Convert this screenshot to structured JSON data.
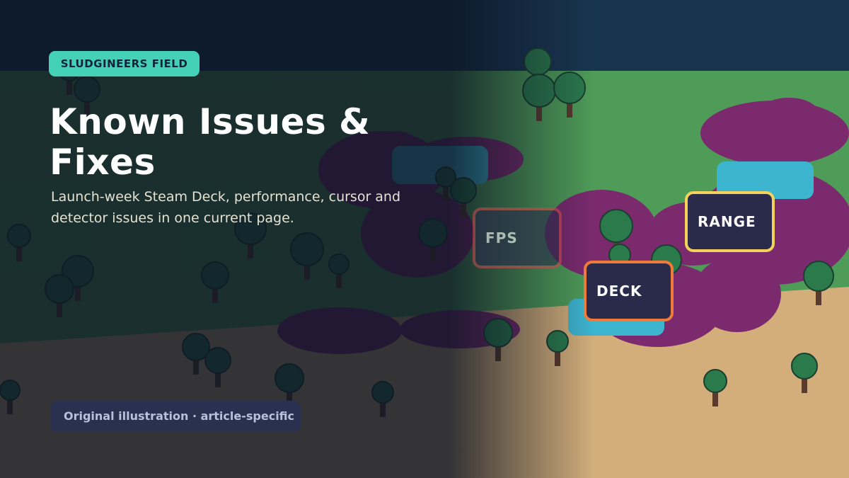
{
  "badge": {
    "label": "SLUDGINEERS FIELD"
  },
  "headline": {
    "title": "Known Issues & Fixes",
    "subtitle": "Launch-week Steam Deck, performance, cursor and detector issues in one current page."
  },
  "credit": {
    "label": "Original illustration · article-specific"
  },
  "markers": [
    {
      "label": "FPS",
      "border_color": "#c24b4b"
    },
    {
      "label": "DECK",
      "border_color": "#f07a3a"
    },
    {
      "label": "RANGE",
      "border_color": "#f5d15c"
    }
  ],
  "colors": {
    "sky": "#0f1a2e",
    "grass": "#4f9c58",
    "sand": "#d3ae7b",
    "sludge": "#7b2a6e",
    "water": "#3db5cf",
    "tree_canopy": "#2a7a4c",
    "tree_trunk": "#5a3a2c",
    "marker_fill": "#2a2a4a",
    "badge": "#45d1b8"
  }
}
